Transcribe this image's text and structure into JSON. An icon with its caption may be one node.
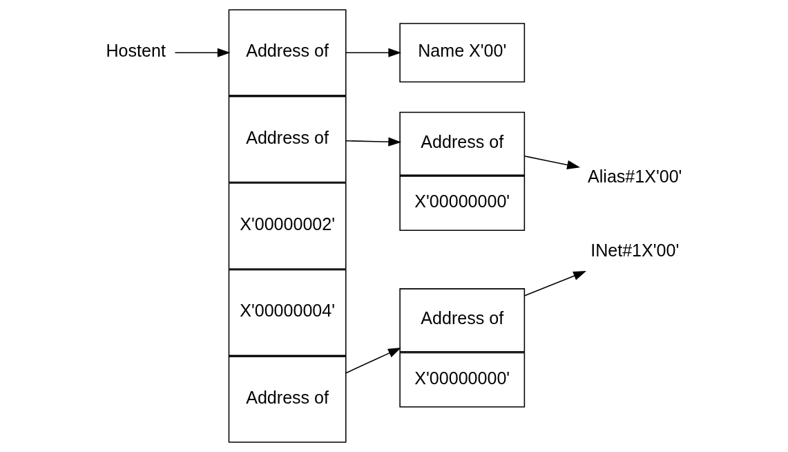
{
  "diagram": {
    "nodes": [
      {
        "text": [
          "Hostent"
        ]
      },
      {
        "text": [
          "Address of"
        ]
      },
      {
        "text": [
          "Address of"
        ]
      },
      {
        "text": [
          "X'00000002'"
        ]
      },
      {
        "text": [
          "X'00000004'"
        ]
      },
      {
        "text": [
          "Address of"
        ]
      },
      {
        "text": [
          "Name X'00'"
        ]
      },
      {
        "text": [
          "Address of"
        ]
      },
      {
        "text": [
          "X'00000000'"
        ]
      },
      {
        "text": [
          "Alias#1X'00'"
        ]
      },
      {
        "text": [
          "Address of"
        ]
      },
      {
        "text": [
          "X'00000000'"
        ]
      },
      {
        "text": [
          "INet#1X'00'"
        ]
      }
    ],
    "edges": [
      {
        "from": 0,
        "to": 1,
        "arrow": "to"
      },
      {
        "from": 1,
        "to": 6,
        "arrow": "to"
      },
      {
        "from": 2,
        "to": 7,
        "arrow": "to"
      },
      {
        "from": 7,
        "to": 9,
        "arrow": "to"
      },
      {
        "from": 5,
        "to": 10,
        "arrow": "to"
      },
      {
        "from": 10,
        "to": 12,
        "arrow": "to"
      }
    ]
  }
}
